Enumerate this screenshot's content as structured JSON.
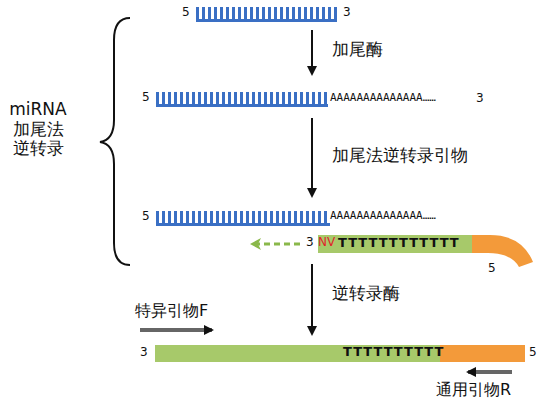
{
  "diagram": {
    "labels": [
      "miRNA 加尾法 逆转录",
      "5",
      "3",
      "加尾酶",
      "5",
      "AAAAAAAAAAAAAA……",
      "3",
      "加尾法逆转录引物",
      "5",
      "AAAAAAAAAAAAAA……",
      "3",
      "NV",
      "TTTTTTTTTTTT",
      "5",
      "逆转录酶",
      "特异引物F",
      "3",
      "TTTTTTTTTT",
      "5",
      "通用引物R"
    ]
  }
}
